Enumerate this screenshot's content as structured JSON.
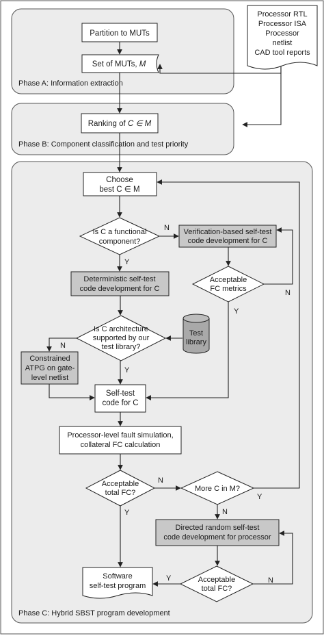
{
  "sources": {
    "lines": [
      "Processor RTL",
      "Processor ISA",
      "Processor",
      "netlist",
      "CAD tool reports"
    ]
  },
  "phase_a": {
    "label": "Phase A: Information extraction",
    "partition": "Partition to MUTs",
    "set_prefix": "Set of MUTs, ",
    "set_var": "M"
  },
  "phase_b": {
    "label": "Phase B: Component classification and test priority",
    "ranking_prefix": "Ranking of ",
    "ranking_var": "C ∈ M"
  },
  "phase_c": {
    "label": "Phase C: Hybrid SBST program development",
    "choose_line1": "Choose",
    "choose_line2": "best C ∈ M",
    "is_functional_line1": "Is C a functional",
    "is_functional_line2": "component?",
    "verification_line1": "Verification-based self-test",
    "verification_line2": "code development for C",
    "deterministic_line1": "Deterministic self-test",
    "deterministic_line2": "code development for C",
    "acceptable_fc_metrics_line1": "Acceptable",
    "acceptable_fc_metrics_line2": "FC metrics",
    "architecture_line1": "Is C architecture",
    "architecture_line2": "supported by our",
    "architecture_line3": "test library?",
    "test_library_line1": "Test",
    "test_library_line2": "library",
    "atpg_line1": "Constrained",
    "atpg_line2": "ATPG on gate-",
    "atpg_line3": "level netlist",
    "selftest_line1": "Self-test",
    "selftest_line2": "code for C",
    "fault_sim_line1": "Processor-level fault simulation,",
    "fault_sim_line2": "collateral FC calculation",
    "acceptable_total_line1": "Acceptable",
    "acceptable_total_line2": "total FC?",
    "more_c": "More C in M?",
    "directed_line1": "Directed random self-test",
    "directed_line2": "code development for processor",
    "acceptable_total2_line1": "Acceptable",
    "acceptable_total2_line2": "total FC?",
    "software_line1": "Software",
    "software_line2": "self-test program"
  },
  "edge_labels": {
    "yes": "Y",
    "no": "N"
  },
  "colors": {
    "phase_bg": "#ececec",
    "shaded_box": "#c8c8c8",
    "cylinder": "#a9a9a9",
    "stroke": "#222222"
  }
}
